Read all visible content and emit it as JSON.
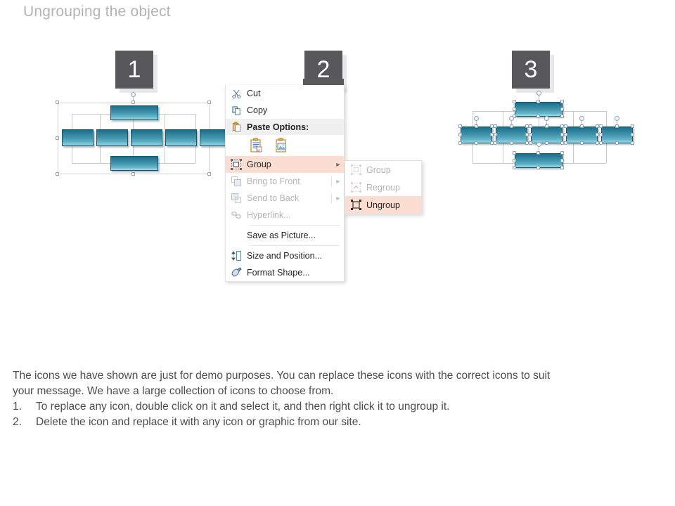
{
  "slide": {
    "title": "Ungrouping the object"
  },
  "steps": [
    {
      "number": "1",
      "name": "grouped-object"
    },
    {
      "number": "2",
      "name": "context-menu"
    },
    {
      "number": "3",
      "name": "ungrouped-object"
    }
  ],
  "context_menu": {
    "items": [
      {
        "label": "Cut",
        "icon": "scissors-icon",
        "state": "enabled",
        "submenu": false
      },
      {
        "label": "Copy",
        "icon": "copy-icon",
        "state": "enabled",
        "submenu": false
      },
      {
        "label": "Paste Options:",
        "icon": "clipboard-icon",
        "state": "header",
        "submenu": false
      },
      {
        "label": "Group",
        "icon": "group-icon",
        "state": "highlight",
        "submenu": true
      },
      {
        "label": "Bring to Front",
        "icon": "bring-to-front-icon",
        "state": "disabled",
        "submenu": true
      },
      {
        "label": "Send to Back",
        "icon": "send-to-back-icon",
        "state": "disabled",
        "submenu": true
      },
      {
        "label": "Hyperlink...",
        "icon": "hyperlink-icon",
        "state": "disabled",
        "submenu": false
      },
      {
        "label": "Save as Picture...",
        "icon": "none",
        "state": "enabled",
        "submenu": false
      },
      {
        "label": "Size and Position...",
        "icon": "size-position-icon",
        "state": "enabled",
        "submenu": false
      },
      {
        "label": "Format Shape...",
        "icon": "format-shape-icon",
        "state": "enabled",
        "submenu": false
      }
    ],
    "paste_options": [
      {
        "name": "paste-keep-source-formatting-icon"
      },
      {
        "name": "paste-picture-icon"
      }
    ]
  },
  "group_submenu": {
    "items": [
      {
        "label": "Group",
        "icon": "group-icon",
        "state": "disabled"
      },
      {
        "label": "Regroup",
        "icon": "regroup-icon",
        "state": "disabled"
      },
      {
        "label": "Ungroup",
        "icon": "ungroup-icon",
        "state": "highlight"
      }
    ]
  },
  "footer": {
    "line1": "The icons we have shown are just for demo purposes. You can replace these icons with the correct icons to suit",
    "line2": "your message. We have a large collection of icons to choose from.",
    "item1_num": "1.",
    "item1": "To replace any icon, double click on it and select it, and then right click it to ungroup it.",
    "item2_num": "2.",
    "item2": "Delete the icon and replace it with any icon or graphic from our site."
  },
  "colors": {
    "node_top": "#1c6b86",
    "node_bottom": "#9bd6e4",
    "badge_bg": "#58585a",
    "highlight": "#fbddd2",
    "title": "#b3b3b3"
  }
}
